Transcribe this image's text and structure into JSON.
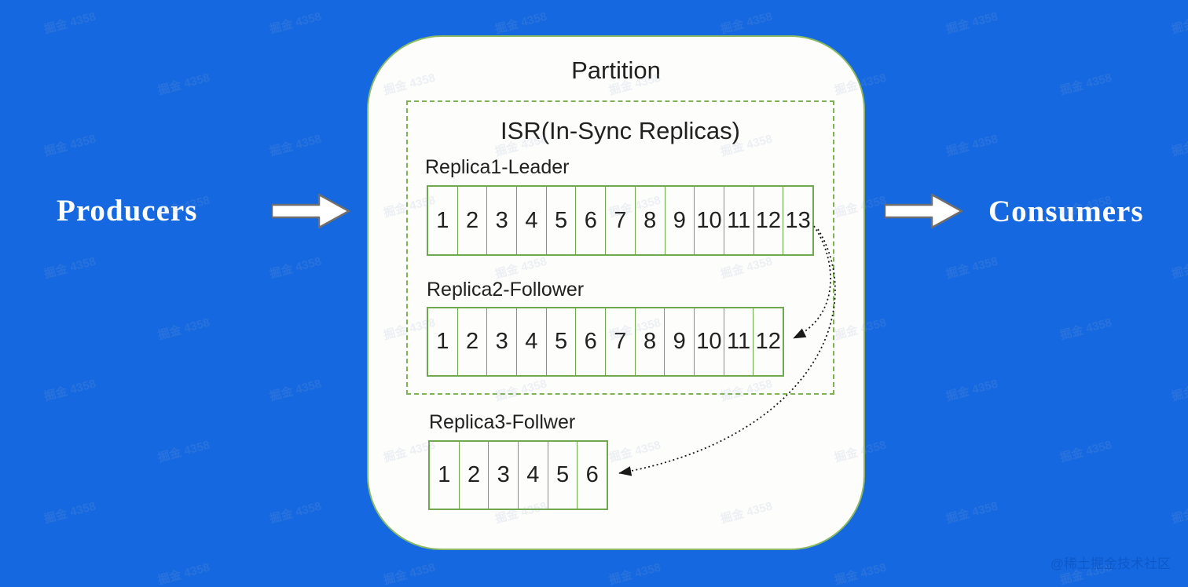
{
  "diagram": {
    "left_label": "Producers",
    "right_label": "Consumers",
    "container_title": "Partition",
    "isr_title": "ISR(In-Sync Replicas)",
    "replicas": [
      {
        "label": "Replica1-Leader",
        "cells": [
          "1",
          "2",
          "3",
          "4",
          "5",
          "6",
          "7",
          "8",
          "9",
          "10",
          "11",
          "12",
          "13"
        ]
      },
      {
        "label": "Replica2-Follower",
        "cells": [
          "1",
          "2",
          "3",
          "4",
          "5",
          "6",
          "7",
          "8",
          "9",
          "10",
          "11",
          "12"
        ]
      },
      {
        "label": "Replica3-Follwer",
        "cells": [
          "1",
          "2",
          "3",
          "4",
          "5",
          "6"
        ]
      }
    ]
  },
  "colors": {
    "background": "#1568E0",
    "panel": "#FDFDFB",
    "panel_border": "#8AB964",
    "cell_border": "#6FA84E",
    "dashed_border": "#7EB254",
    "text": "#212121",
    "arrow_fill": "#FFFFFF",
    "arrow_outline": "#6E6E6E",
    "dotted_line": "#1A1A1A",
    "credit_text": "#0F57C6"
  },
  "watermark": {
    "tile_text": "掘金 4358",
    "credit": "@稀土掘金技术社区"
  }
}
